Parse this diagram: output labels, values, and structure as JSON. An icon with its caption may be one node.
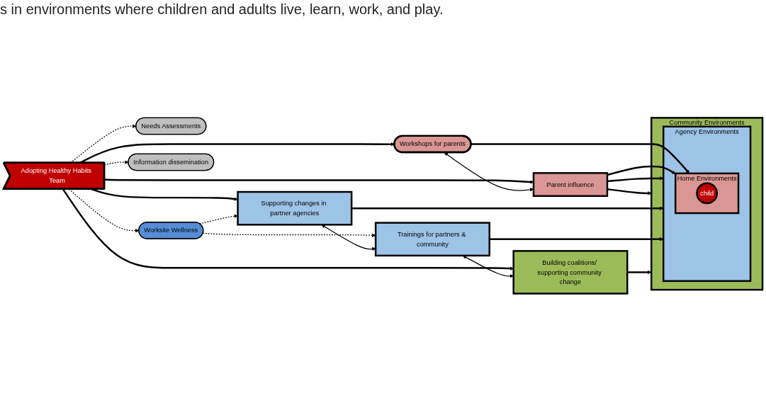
{
  "diagram": {
    "nodes": [
      {
        "text": [
          "Adopting Healthy Habits Team"
        ]
      },
      {
        "text": [
          "Needs Assessments"
        ]
      },
      {
        "text": [
          "Workshops for parents"
        ]
      },
      {
        "text": [
          "Parent influence"
        ]
      },
      {
        "text": [
          "Supporting changes in partner agencies"
        ]
      },
      {
        "text": [
          "Worksite Wellness"
        ]
      },
      {
        "text": [
          "Trainings for partners & community"
        ]
      },
      {
        "text": [
          "Information dissemination"
        ]
      },
      {
        "text": [
          "Building coalitions/ supporting community change"
        ]
      },
      {
        "text": [
          "Community Environments"
        ]
      },
      {
        "text": [
          "Agency Environments"
        ],
        "in": 9
      },
      {
        "text": [
          "Home Environments"
        ],
        "in": 10
      },
      {
        "text": [
          "child"
        ],
        "in": 11
      }
    ],
    "edges": [
      {
        "from": 0,
        "to": 1,
        "arrow": "to",
        "style": "dashed"
      },
      {
        "from": 0,
        "to": 2,
        "arrow": "to"
      },
      {
        "from": 0,
        "to": 3,
        "arrow": "to"
      },
      {
        "from": 0,
        "to": 4,
        "arrow": "to"
      },
      {
        "from": 0,
        "to": 5,
        "arrow": "to",
        "style": "dashed"
      },
      {
        "from": 0,
        "to": 7,
        "arrow": "to",
        "style": "dashed"
      },
      {
        "from": 0,
        "to": 8,
        "arrow": "to"
      },
      {
        "from": 5,
        "to": 4,
        "arrow": "to",
        "style": "dashed"
      },
      {
        "from": 5,
        "to": 6,
        "arrow": "to",
        "style": "dashed"
      },
      {
        "from": 2,
        "to": 3,
        "arrow": "both"
      },
      {
        "from": 4,
        "to": 6,
        "arrow": "both"
      },
      {
        "from": 6,
        "to": 8,
        "arrow": "both"
      },
      {
        "from": 2,
        "to": 11,
        "arrow": "to"
      },
      {
        "from": 3,
        "to": 11,
        "arrow": "to"
      },
      {
        "from": 3,
        "to": 10,
        "arrow": "to"
      },
      {
        "from": 3,
        "to": 9,
        "arrow": "to"
      },
      {
        "from": 4,
        "to": 10,
        "arrow": "to"
      },
      {
        "from": 6,
        "to": 10,
        "arrow": "to"
      },
      {
        "from": 8,
        "to": 9,
        "arrow": "to"
      }
    ],
    "labels": [
      "s in environments where children and adults live, learn, work, and play."
    ]
  }
}
